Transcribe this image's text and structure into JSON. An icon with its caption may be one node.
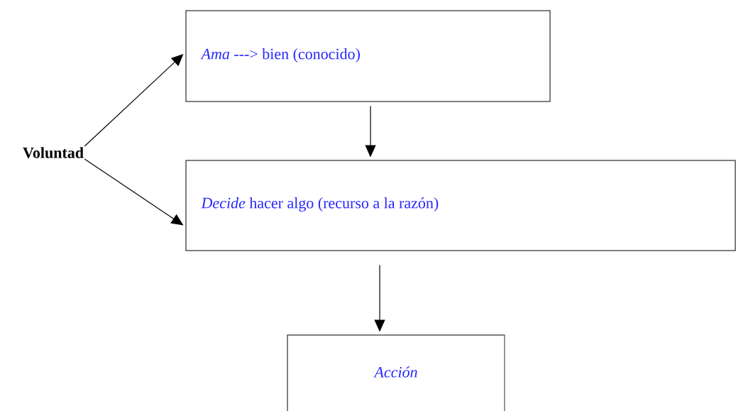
{
  "diagram": {
    "nodes": [
      {
        "text": [
          "Voluntad"
        ]
      },
      {
        "text": [
          "*Ama* ---> bien (conocido)"
        ]
      },
      {
        "text": [
          "*Decide* hacer algo (recurso a la razón)"
        ]
      },
      {
        "text": [
          "Acción"
        ]
      }
    ],
    "edges": [
      {
        "from": 0,
        "to": 1,
        "arrow": "to"
      },
      {
        "from": 0,
        "to": 2,
        "arrow": "to"
      },
      {
        "from": 1,
        "to": 2,
        "arrow": "to"
      },
      {
        "from": 2,
        "to": 3,
        "arrow": "to"
      }
    ]
  }
}
